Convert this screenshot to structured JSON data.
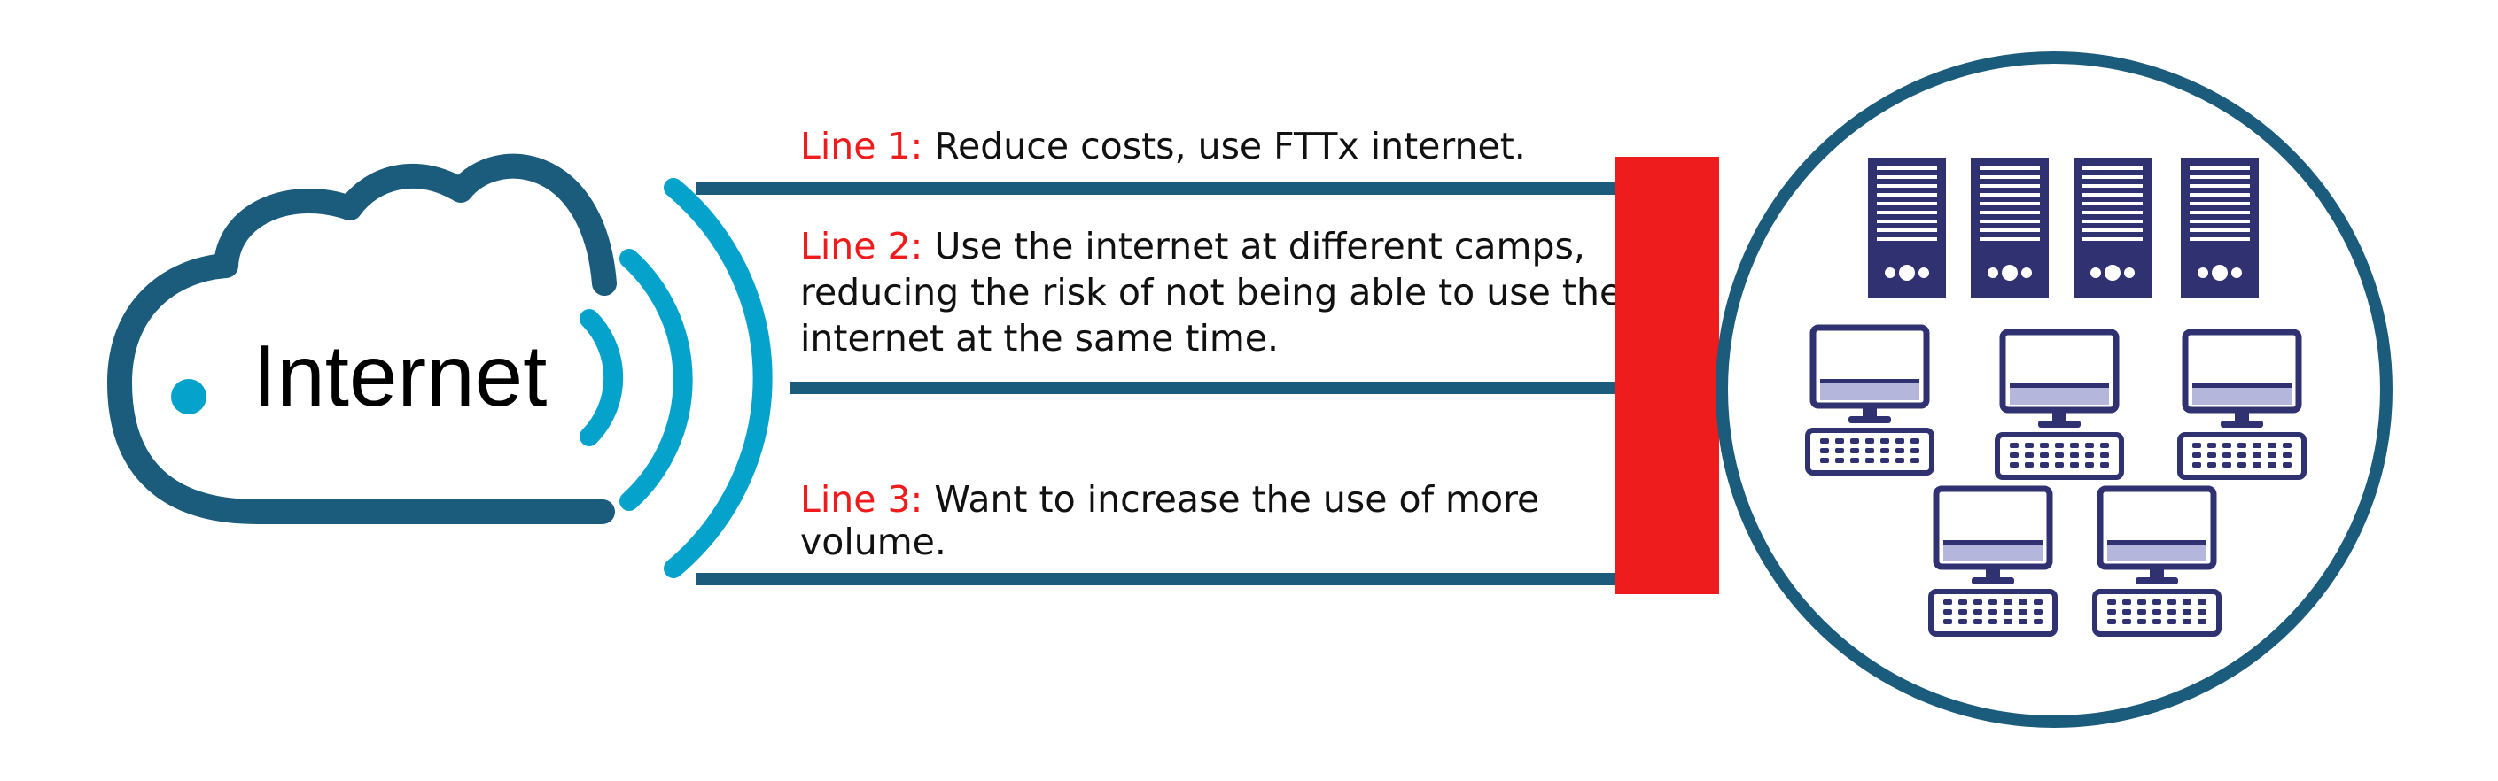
{
  "colors": {
    "dark_teal": "#1b5b7b",
    "light_cyan": "#05a3cc",
    "red_block": "#ee1c1c",
    "prefix_red": "#ee1c1c",
    "device_navy": "#2f3170",
    "device_light": "#b5b6dc"
  },
  "cloud": {
    "label": "Internet",
    "icon": "cloud-wifi-icon"
  },
  "lines": [
    {
      "prefix": "Line 1:",
      "text_lines": [
        " Reduce costs, use FTTx internet."
      ]
    },
    {
      "prefix": "Line 2:",
      "text_lines": [
        " Use the internet at different camps,",
        "reducing the risk of not being able to use the",
        "internet at the same time."
      ]
    },
    {
      "prefix": "Line 3:",
      "text_lines": [
        " Want to increase the use of more",
        "volume."
      ]
    }
  ],
  "network": {
    "servers": 4,
    "workstations": 5,
    "server_icon": "server-tower-icon",
    "workstation_icon": "desktop-computer-icon"
  }
}
